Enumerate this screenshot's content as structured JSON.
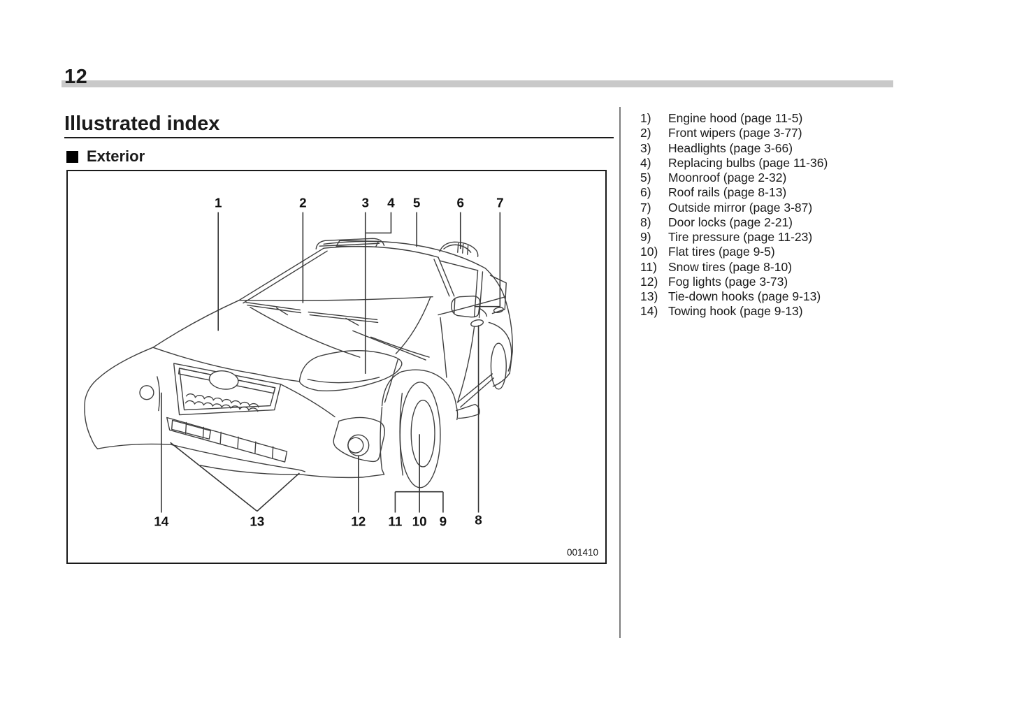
{
  "page": {
    "number": "12"
  },
  "title": "Illustrated index",
  "section": {
    "label": "Exterior"
  },
  "figure": {
    "code": "001410",
    "callouts_top": [
      "1",
      "2",
      "3",
      "4",
      "5",
      "6",
      "7"
    ],
    "callouts_bottom": [
      "14",
      "13",
      "12",
      "11",
      "10",
      "9",
      "8"
    ]
  },
  "index_items": [
    {
      "num": "1)",
      "text": "Engine hood (page 11-5)"
    },
    {
      "num": "2)",
      "text": "Front wipers (page 3-77)"
    },
    {
      "num": "3)",
      "text": "Headlights (page 3-66)"
    },
    {
      "num": "4)",
      "text": "Replacing bulbs (page 11-36)"
    },
    {
      "num": "5)",
      "text": "Moonroof (page 2-32)"
    },
    {
      "num": "6)",
      "text": "Roof rails (page 8-13)"
    },
    {
      "num": "7)",
      "text": "Outside mirror (page 3-87)"
    },
    {
      "num": "8)",
      "text": "Door locks (page 2-21)"
    },
    {
      "num": "9)",
      "text": "Tire pressure (page 11-23)"
    },
    {
      "num": "10)",
      "text": "Flat tires (page 9-5)"
    },
    {
      "num": "11)",
      "text": "Snow tires (page 8-10)"
    },
    {
      "num": "12)",
      "text": "Fog lights (page 3-73)"
    },
    {
      "num": "13)",
      "text": "Tie-down hooks (page 9-13)"
    },
    {
      "num": "14)",
      "text": "Towing hook (page 9-13)"
    }
  ]
}
